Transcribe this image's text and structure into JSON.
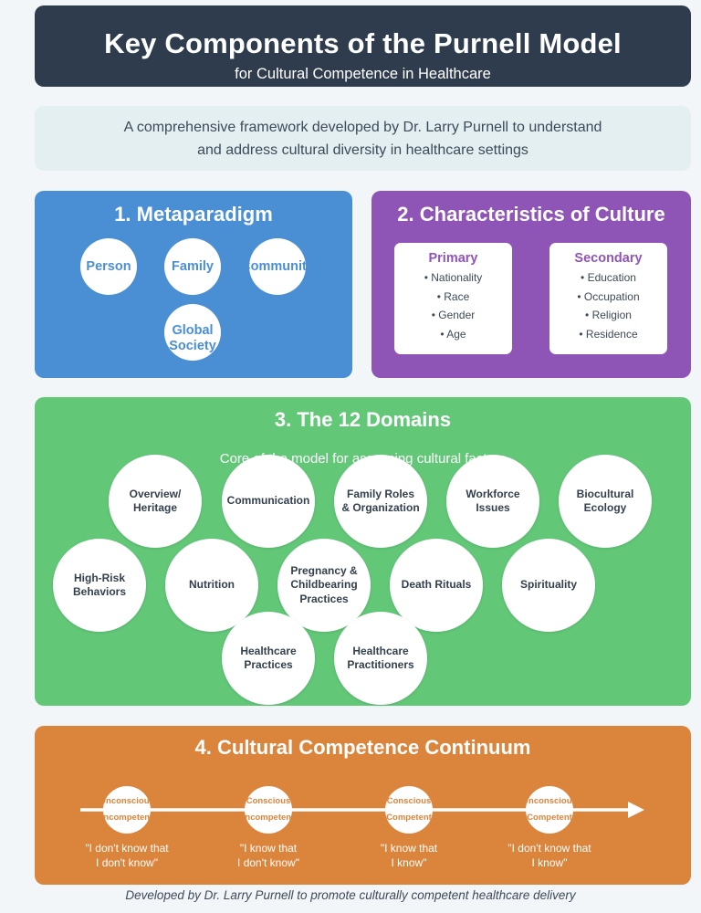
{
  "header": {
    "title": "Key Components of the Purnell Model",
    "subtitle": "for Cultural Competence in Healthcare"
  },
  "intro": {
    "line1": "A comprehensive framework developed by Dr. Larry Purnell to understand",
    "line2": "and address cultural diversity in healthcare settings"
  },
  "metaparadigm": {
    "title": "1. Metaparadigm",
    "items": [
      "Person",
      "Family",
      "Community",
      "Global Society"
    ]
  },
  "characteristics": {
    "title": "2. Characteristics of Culture",
    "primary": {
      "heading": "Primary",
      "items": [
        "• Nationality",
        "• Race",
        "• Gender",
        "• Age"
      ]
    },
    "secondary": {
      "heading": "Secondary",
      "items": [
        "• Education",
        "• Occupation",
        "• Religion",
        "• Residence"
      ]
    }
  },
  "domains": {
    "title": "3. The 12 Domains",
    "subtitle": "Core of the model for assessing cultural factors",
    "items": [
      "Overview/ Heritage",
      "Communication",
      "Family Roles & Organization",
      "Workforce Issues",
      "Biocultural Ecology",
      "High-Risk Behaviors",
      "Nutrition",
      "Pregnancy & Childbearing Practices",
      "Death Rituals",
      "Spirituality",
      "Healthcare Practices",
      "Healthcare Practitioners"
    ]
  },
  "continuum": {
    "title": "4. Cultural Competence Continuum",
    "stages": [
      {
        "l1": "Unconscious",
        "l2": "Incompetent",
        "quote1": "\"I don't know that",
        "quote2": "I don't know\""
      },
      {
        "l1": "Conscious",
        "l2": "Incompetent",
        "quote1": "\"I know that",
        "quote2": "I don't know\""
      },
      {
        "l1": "Conscious",
        "l2": "Competent",
        "quote1": "\"I know that",
        "quote2": "I know\""
      },
      {
        "l1": "Unconscious",
        "l2": "Competent",
        "quote1": "\"I don't know that",
        "quote2": "I know\""
      }
    ]
  },
  "footer": "Developed by Dr. Larry Purnell to promote culturally competent healthcare delivery"
}
